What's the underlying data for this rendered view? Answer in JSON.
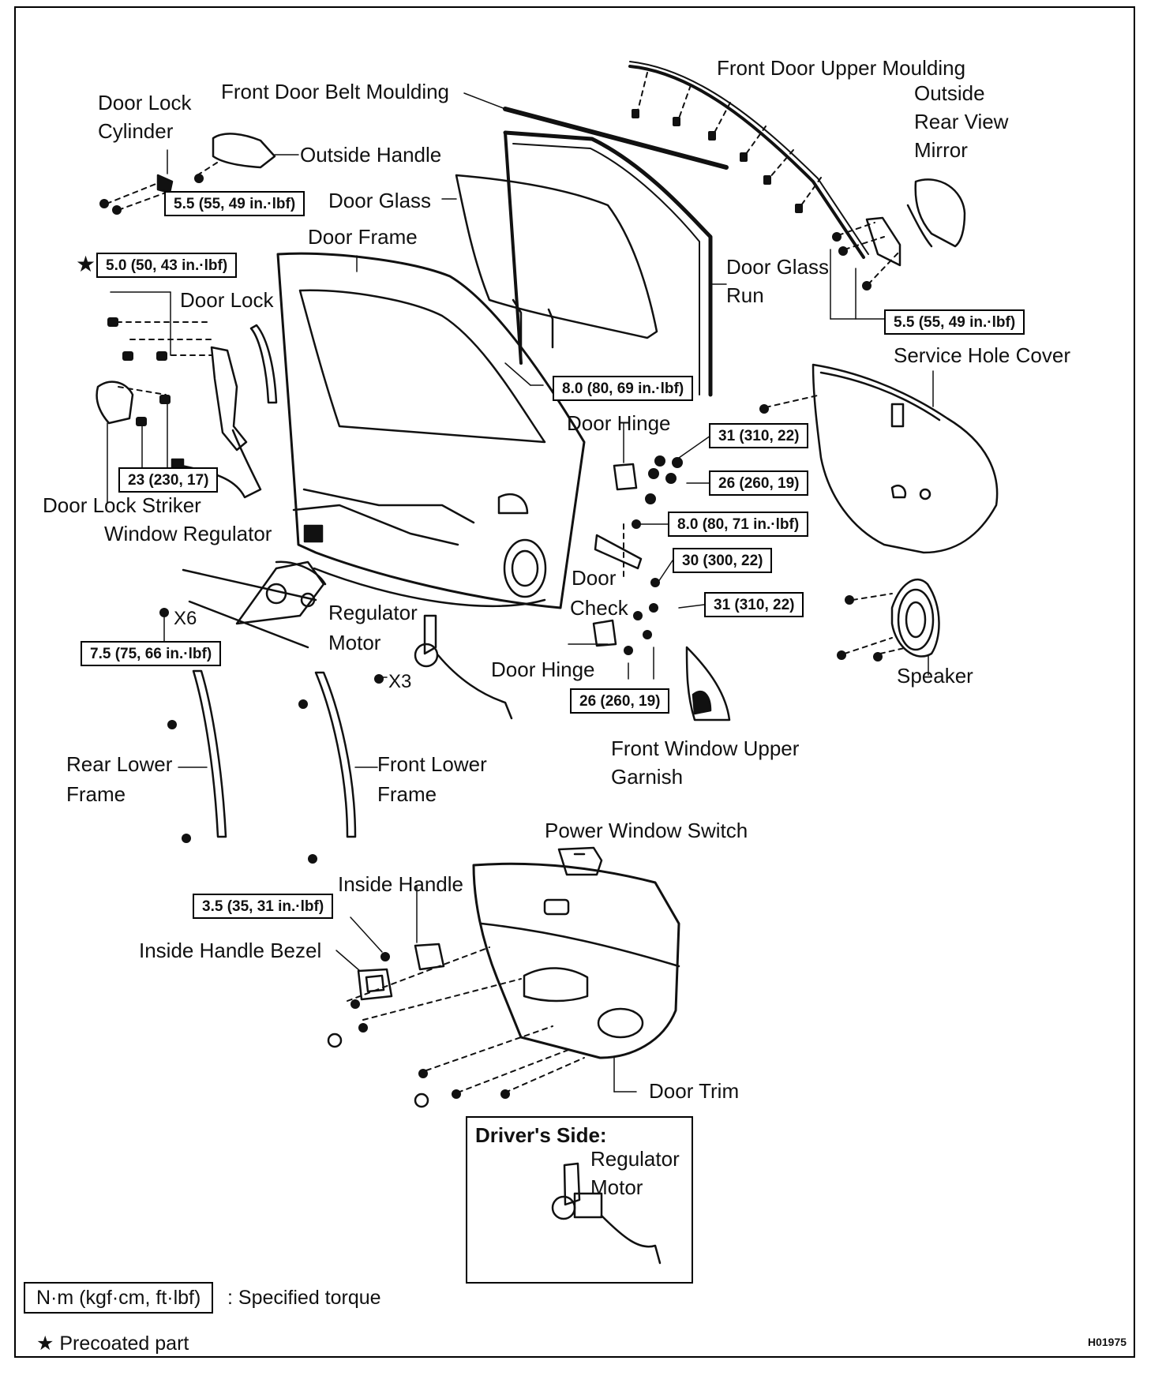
{
  "labels": {
    "front_door_upper_moulding": "Front Door Upper Moulding",
    "outside": "Outside",
    "rear_view": "Rear View",
    "mirror": "Mirror",
    "front_door_belt_moulding": "Front Door Belt Moulding",
    "door_lock": "Door Lock",
    "cylinder": "Cylinder",
    "outside_handle": "Outside Handle",
    "door_glass": "Door Glass",
    "door_frame": "Door Frame",
    "door_lock_part": "Door Lock",
    "door_glass_run_1": "Door Glass",
    "door_glass_run_2": "Run",
    "service_hole_cover": "Service Hole Cover",
    "door_hinge_upper": "Door Hinge",
    "door_lock_striker": "Door Lock Striker",
    "window_regulator": "Window Regulator",
    "door_check_1": "Door",
    "door_check_2": "Check",
    "regulator_motor_1": "Regulator",
    "regulator_motor_2": "Motor",
    "door_hinge_lower": "Door Hinge",
    "speaker": "Speaker",
    "rear_lower_1": "Rear Lower",
    "rear_lower_2": "Frame",
    "front_lower_1": "Front Lower",
    "front_lower_2": "Frame",
    "front_window_upper_1": "Front Window Upper",
    "front_window_upper_2": "Garnish",
    "power_window_switch": "Power Window Switch",
    "inside_handle": "Inside Handle",
    "inside_handle_bezel": "Inside Handle Bezel",
    "door_trim": "Door Trim"
  },
  "multipliers": {
    "x6": "X6",
    "x3": "X3"
  },
  "torques": {
    "t_cylinder": "5.5 (55, 49 in.·lbf)",
    "t_lock": "5.0 (50, 43 in.·lbf)",
    "t_striker": "23 (230, 17)",
    "t_mirror": "5.5 (55, 49 in.·lbf)",
    "t_glass": "8.0 (80, 69 in.·lbf)",
    "t_hinge_upper_a": "31 (310, 22)",
    "t_hinge_upper_b": "26 (260, 19)",
    "t_check": "8.0 (80, 71 in.·lbf)",
    "t_check_b": "30 (300, 22)",
    "t_hinge_lower_a": "31 (310, 22)",
    "t_regulator": "7.5 (75, 66 in.·lbf)",
    "t_hinge_lower_b": "26 (260, 19)",
    "t_inside_handle": "3.5 (35, 31 in.·lbf)"
  },
  "precoated_marker": "★",
  "inset": {
    "title": "Driver's Side:",
    "label_1": "Regulator",
    "label_2": "Motor"
  },
  "legend": {
    "torque_unit": "N·m (kgf·cm, ft·lbf)",
    "torque_desc": ": Specified torque",
    "precoated": "★ Precoated part"
  },
  "figure_id": "H01975"
}
